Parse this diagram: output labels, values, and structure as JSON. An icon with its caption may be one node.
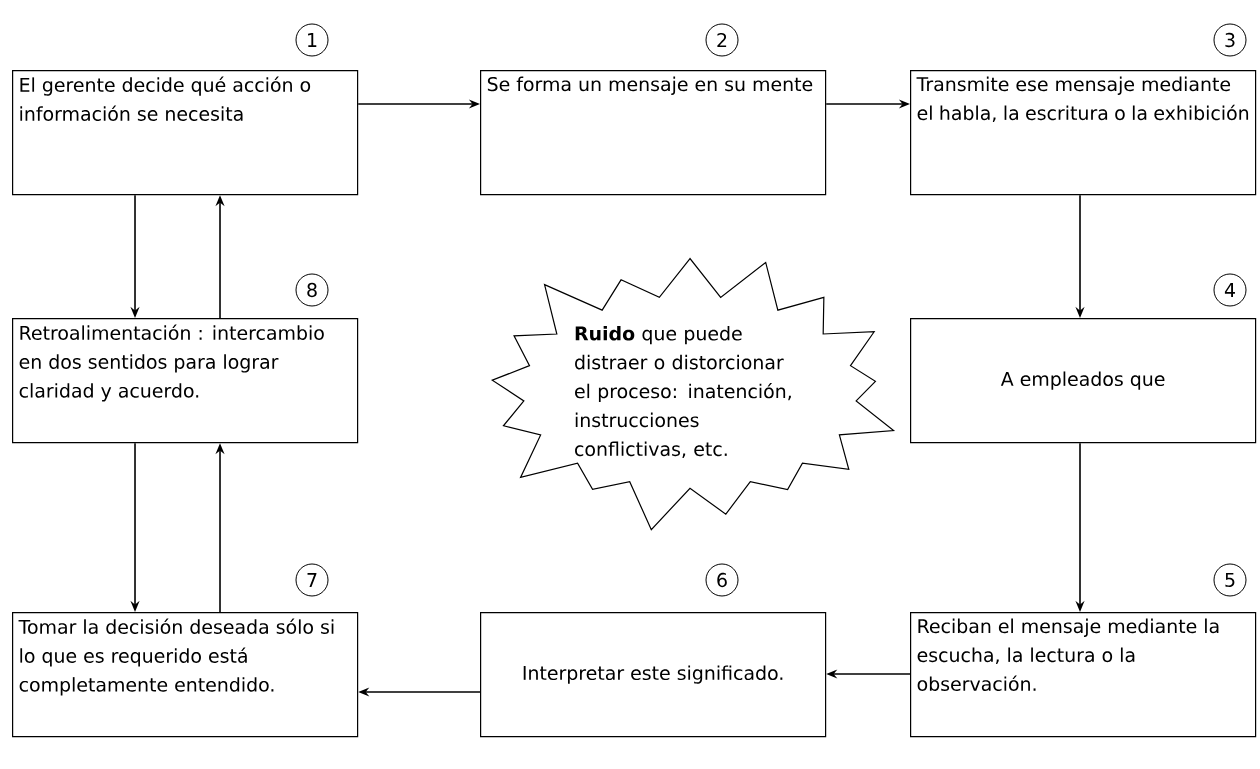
{
  "diagram": {
    "nodes": [
      {
        "text": [
          "El gerente decide qué acción o información se necesita"
        ],
        "beside": [
          "1"
        ]
      },
      {
        "text": [
          "Se forma un mensaje en su mente"
        ],
        "beside": [
          "2"
        ]
      },
      {
        "text": [
          "Transmite ese mensaje mediante el habla, la escritura o la exhibición"
        ],
        "beside": [
          "3"
        ]
      },
      {
        "text": [
          "A empleados que"
        ],
        "beside": [
          "4"
        ]
      },
      {
        "text": [
          "Reciban el mensaje mediante la escucha, la lectura o la observación."
        ],
        "beside": [
          "5"
        ]
      },
      {
        "text": [
          "Interpretar este significado."
        ],
        "beside": [
          "6"
        ]
      },
      {
        "text": [
          "Tomar la decisión deseada sólo si lo que es requerido está completamente entendido."
        ],
        "beside": [
          "7"
        ]
      },
      {
        "text": [
          "Retroalimentación : intercambio en dos sentidos para lograr claridad y acuerdo."
        ],
        "beside": [
          "8"
        ]
      },
      {
        "text": [
          "**Ruido** que puede distraer o distorcionar el proceso: inatención, instrucciones conflictivas, etc."
        ]
      }
    ],
    "edges": [
      {
        "from": 0,
        "to": 1,
        "arrow": "to"
      },
      {
        "from": 1,
        "to": 2,
        "arrow": "to"
      },
      {
        "from": 2,
        "to": 3,
        "arrow": "to"
      },
      {
        "from": 3,
        "to": 4,
        "arrow": "to"
      },
      {
        "from": 4,
        "to": 5,
        "arrow": "to"
      },
      {
        "from": 5,
        "to": 6,
        "arrow": "to"
      },
      {
        "from": 0,
        "to": 7,
        "arrow": "to"
      },
      {
        "from": 7,
        "to": 0,
        "arrow": "to"
      },
      {
        "from": 7,
        "to": 6,
        "arrow": "to"
      },
      {
        "from": 6,
        "to": 7,
        "arrow": "to"
      }
    ]
  }
}
